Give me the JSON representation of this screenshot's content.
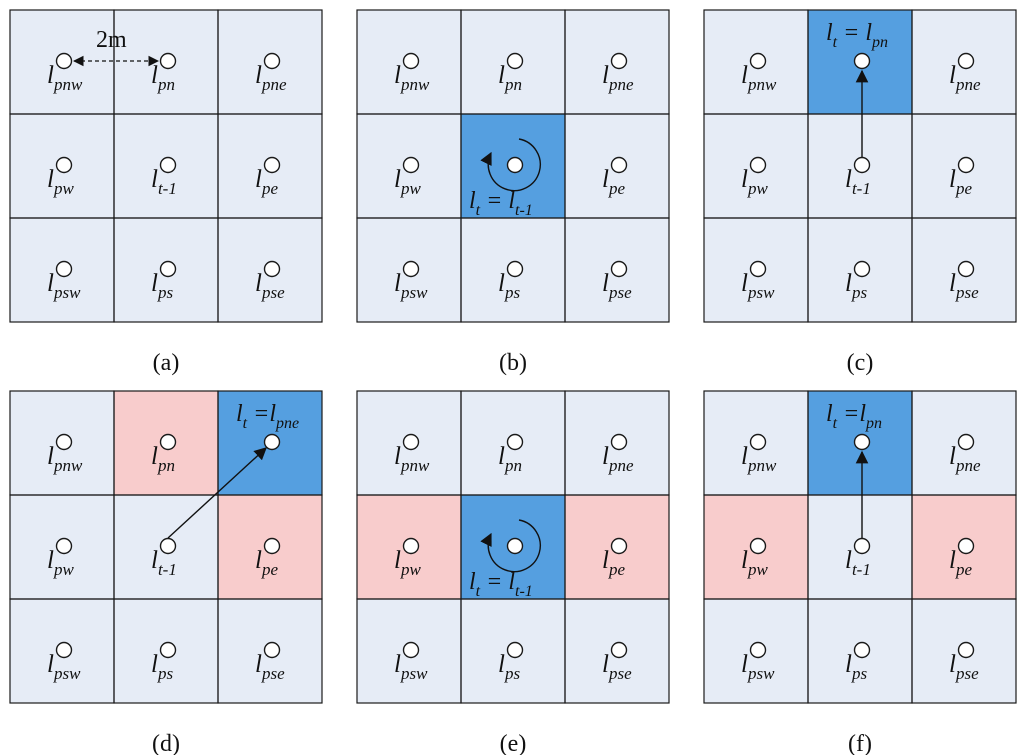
{
  "cell_labels": {
    "pnw": {
      "base": "l",
      "sub": "pnw"
    },
    "pn": {
      "base": "l",
      "sub": "pn"
    },
    "pne": {
      "base": "l",
      "sub": "pne"
    },
    "pw": {
      "base": "l",
      "sub": "pw"
    },
    "t1": {
      "base": "l",
      "sub": "t-1"
    },
    "pe": {
      "base": "l",
      "sub": "pe"
    },
    "psw": {
      "base": "l",
      "sub": "psw"
    },
    "ps": {
      "base": "l",
      "sub": "ps"
    },
    "pse": {
      "base": "l",
      "sub": "pse"
    }
  },
  "distance_label": "2m",
  "colors": {
    "base": "#e6ecf6",
    "target": "#559fe0",
    "blocked": "#f8cccc",
    "line": "#1a1a1a"
  },
  "panels": [
    {
      "caption": "(a)",
      "target": null,
      "blocked": [],
      "move": "distance",
      "equation": null
    },
    {
      "caption": "(b)",
      "target": "t1",
      "blocked": [],
      "move": "stay",
      "equation": {
        "lhs_base": "l",
        "lhs_sub": "t",
        "eq": " = ",
        "rhs_base": "l",
        "rhs_sub": "t-1"
      }
    },
    {
      "caption": "(c)",
      "target": "pn",
      "blocked": [],
      "move": "north",
      "equation": {
        "lhs_base": "l",
        "lhs_sub": "t",
        "eq": " = ",
        "rhs_base": "l",
        "rhs_sub": "pn"
      }
    },
    {
      "caption": "(d)",
      "target": "pne",
      "blocked": [
        "pn",
        "pe"
      ],
      "move": "northeast",
      "equation": {
        "lhs_base": "l",
        "lhs_sub": "t",
        "eq": " =",
        "rhs_base": "l",
        "rhs_sub": "pne"
      }
    },
    {
      "caption": "(e)",
      "target": "t1",
      "blocked": [
        "pw",
        "pe"
      ],
      "move": "stay",
      "equation": {
        "lhs_base": "l",
        "lhs_sub": "t",
        "eq": " = ",
        "rhs_base": "l",
        "rhs_sub": "t-1"
      }
    },
    {
      "caption": "(f)",
      "target": "pn",
      "blocked": [
        "pw",
        "pe"
      ],
      "move": "north",
      "equation": {
        "lhs_base": "l",
        "lhs_sub": "t",
        "eq": " =",
        "rhs_base": "l",
        "rhs_sub": "pn"
      }
    }
  ]
}
